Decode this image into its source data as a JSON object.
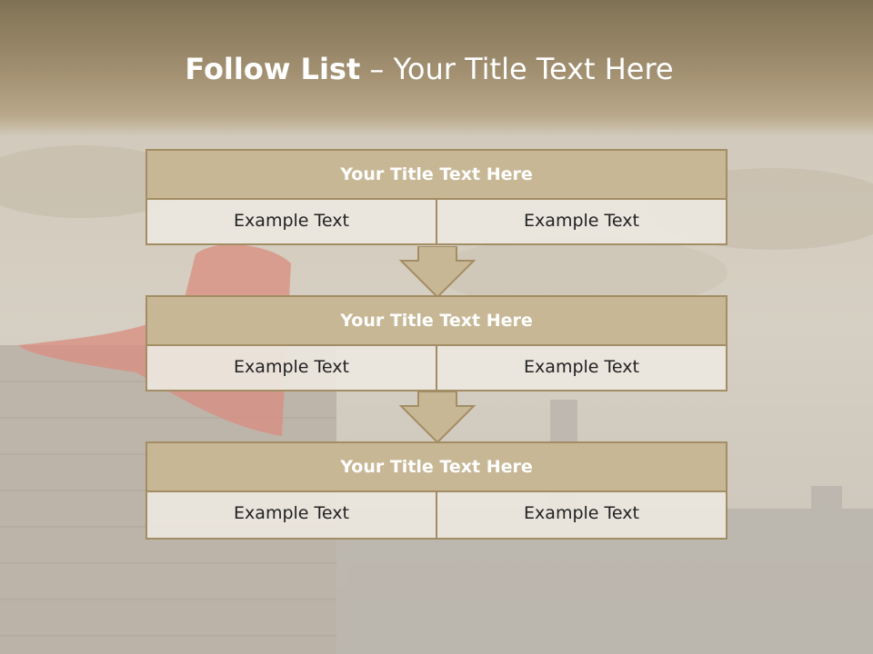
{
  "title": {
    "bold": "Follow List",
    "rest": " – Your Title Text Here"
  },
  "steps": [
    {
      "title": "Your Title Text Here",
      "left": "Example Text",
      "right": "Example Text"
    },
    {
      "title": "Your Title Text Here",
      "left": "Example Text",
      "right": "Example Text"
    },
    {
      "title": "Your Title Text Here",
      "left": "Example Text",
      "right": "Example Text"
    }
  ],
  "colors": {
    "header": "#a39172",
    "box_fill": "#c7b795",
    "box_border": "#a38d64",
    "cell_fill": "#ece7df",
    "cape": "#d98c7f"
  }
}
